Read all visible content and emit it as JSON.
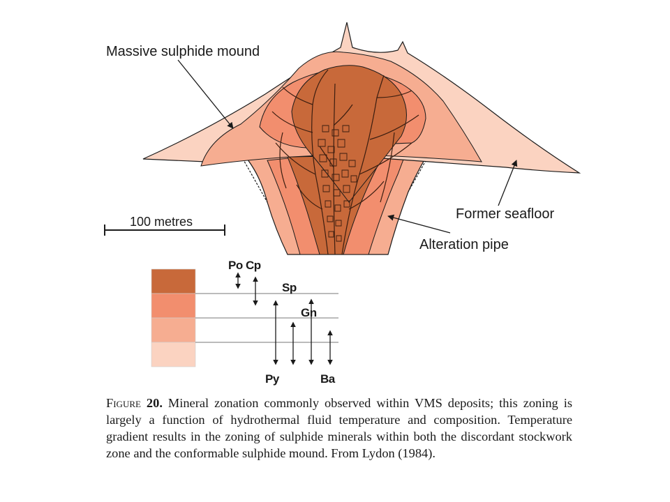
{
  "labels": {
    "massive_sulphide_mound": "Massive sulphide mound",
    "former_seafloor": "Former seafloor",
    "alteration_pipe": "Alteration pipe",
    "scale_bar": "100 metres"
  },
  "legend": {
    "zone_colors": [
      "#c8693a",
      "#f28e6e",
      "#f6ad91",
      "#fbd3c1"
    ],
    "minerals": [
      {
        "symbol": "Po",
        "range": [
          0,
          0.6
        ]
      },
      {
        "symbol": "Cp",
        "range": [
          0,
          1.4
        ]
      },
      {
        "symbol": "Sp",
        "range": [
          1,
          4
        ]
      },
      {
        "symbol": "Gn",
        "range": [
          1.5,
          4
        ]
      },
      {
        "symbol": "Py",
        "range": [
          1,
          4
        ]
      },
      {
        "symbol": "Ba",
        "range": [
          2.5,
          4
        ]
      }
    ]
  },
  "caption": {
    "label": "Figure",
    "number": "20.",
    "text": " Mineral zonation commonly observed within VMS deposits; this zoning is largely a function of hydrothermal fluid temperature and composition. Temperature gradient results in the zoning of sulphide minerals within both the discordant stockwork zone and the conformable sulphide mound. From Lydon (1984)."
  }
}
